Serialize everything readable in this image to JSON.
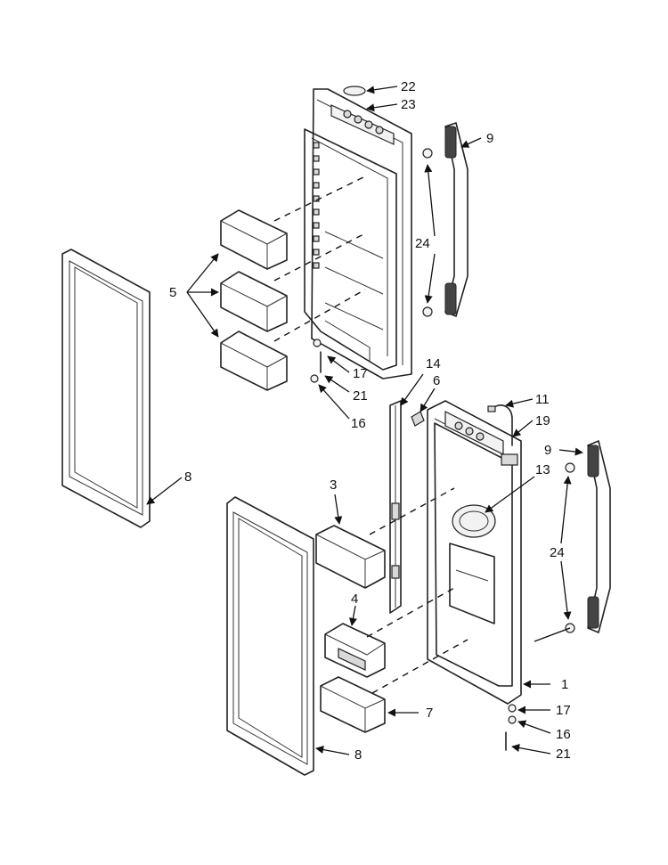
{
  "callouts": {
    "c22": "22",
    "c23": "23",
    "c9a": "9",
    "c24a": "24",
    "c5": "5",
    "c17a": "17",
    "c21a": "21",
    "c16a": "16",
    "c14": "14",
    "c6": "6",
    "c11": "11",
    "c19": "19",
    "c9b": "9",
    "c13": "13",
    "c8a": "8",
    "c3": "3",
    "c24b": "24",
    "c4": "4",
    "c1": "1",
    "c7": "7",
    "c17b": "17",
    "c16b": "16",
    "c8b": "8",
    "c21b": "21"
  },
  "colors": {
    "line": "#222222",
    "shade": "#d9d9d9",
    "background": "#ffffff"
  }
}
